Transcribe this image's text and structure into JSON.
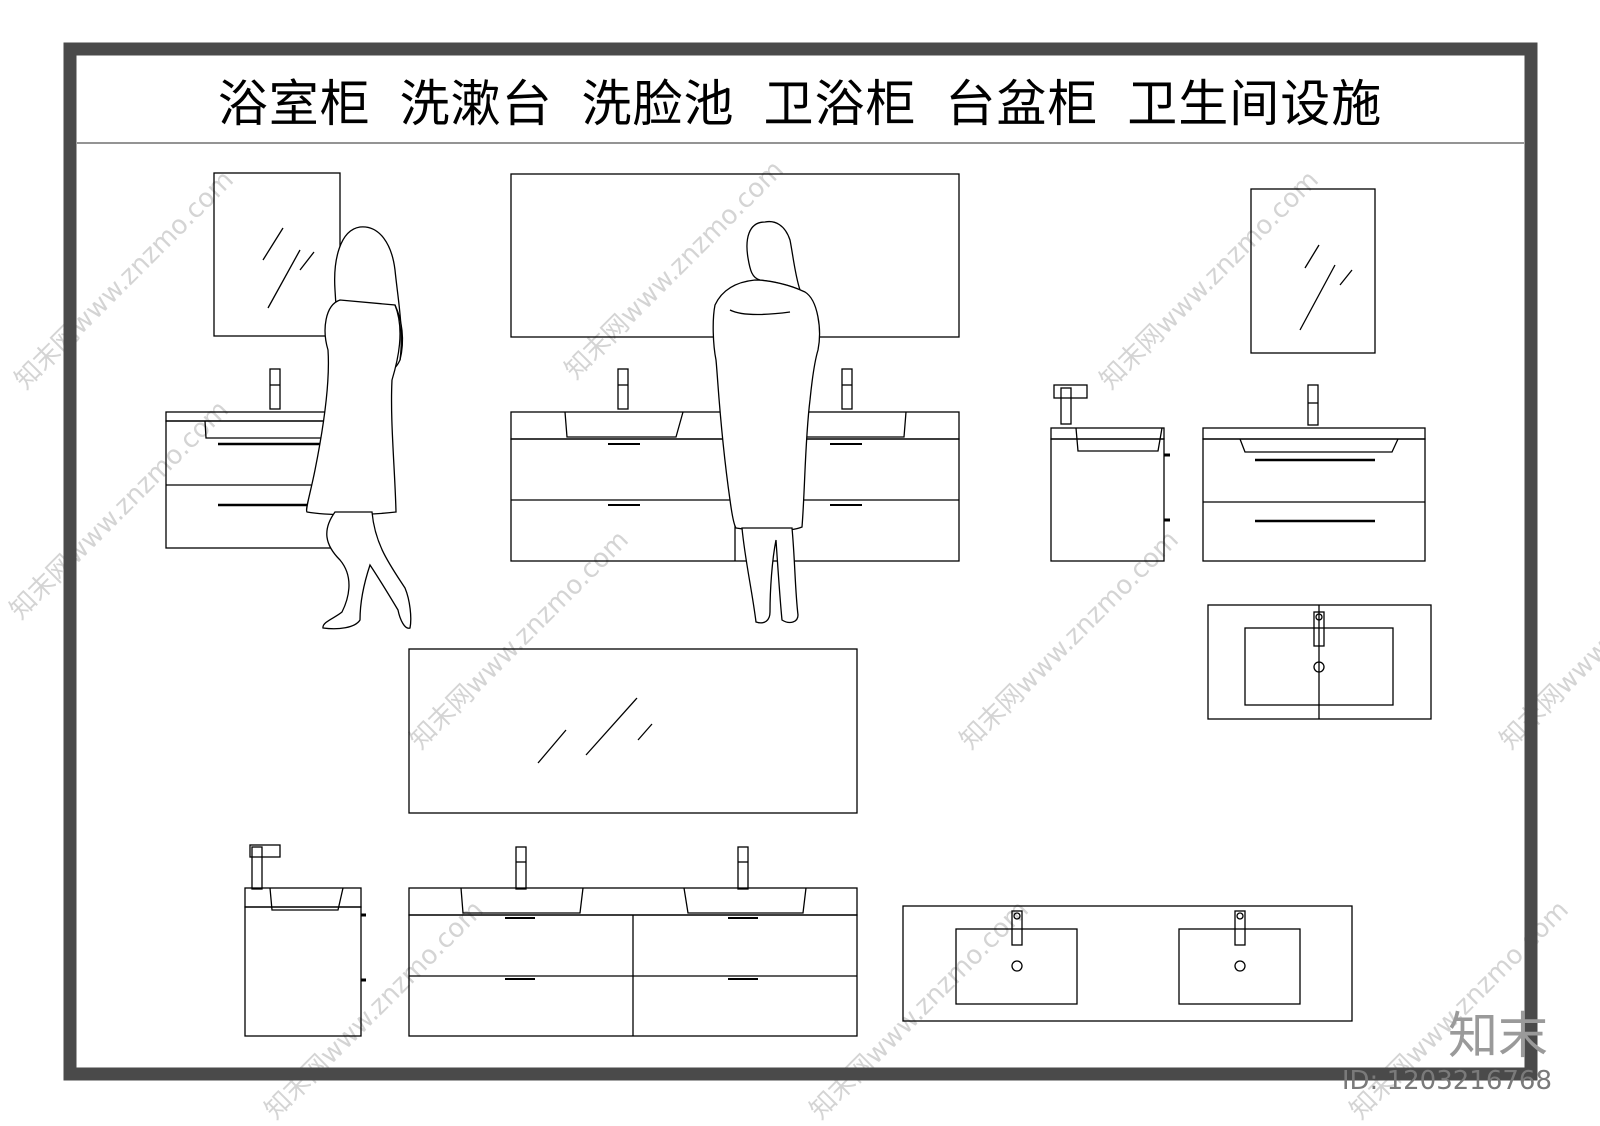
{
  "header": {
    "title": "浴室柜 洗漱台 洗脸池 卫浴柜 台盆柜 卫生间设施"
  },
  "watermark": {
    "text": "知末网www.znzmo.com"
  },
  "footer": {
    "brand": "知末",
    "id_label": "ID: 1203216768"
  },
  "colors": {
    "frame": "#4a4a4a",
    "line": "#000000"
  }
}
